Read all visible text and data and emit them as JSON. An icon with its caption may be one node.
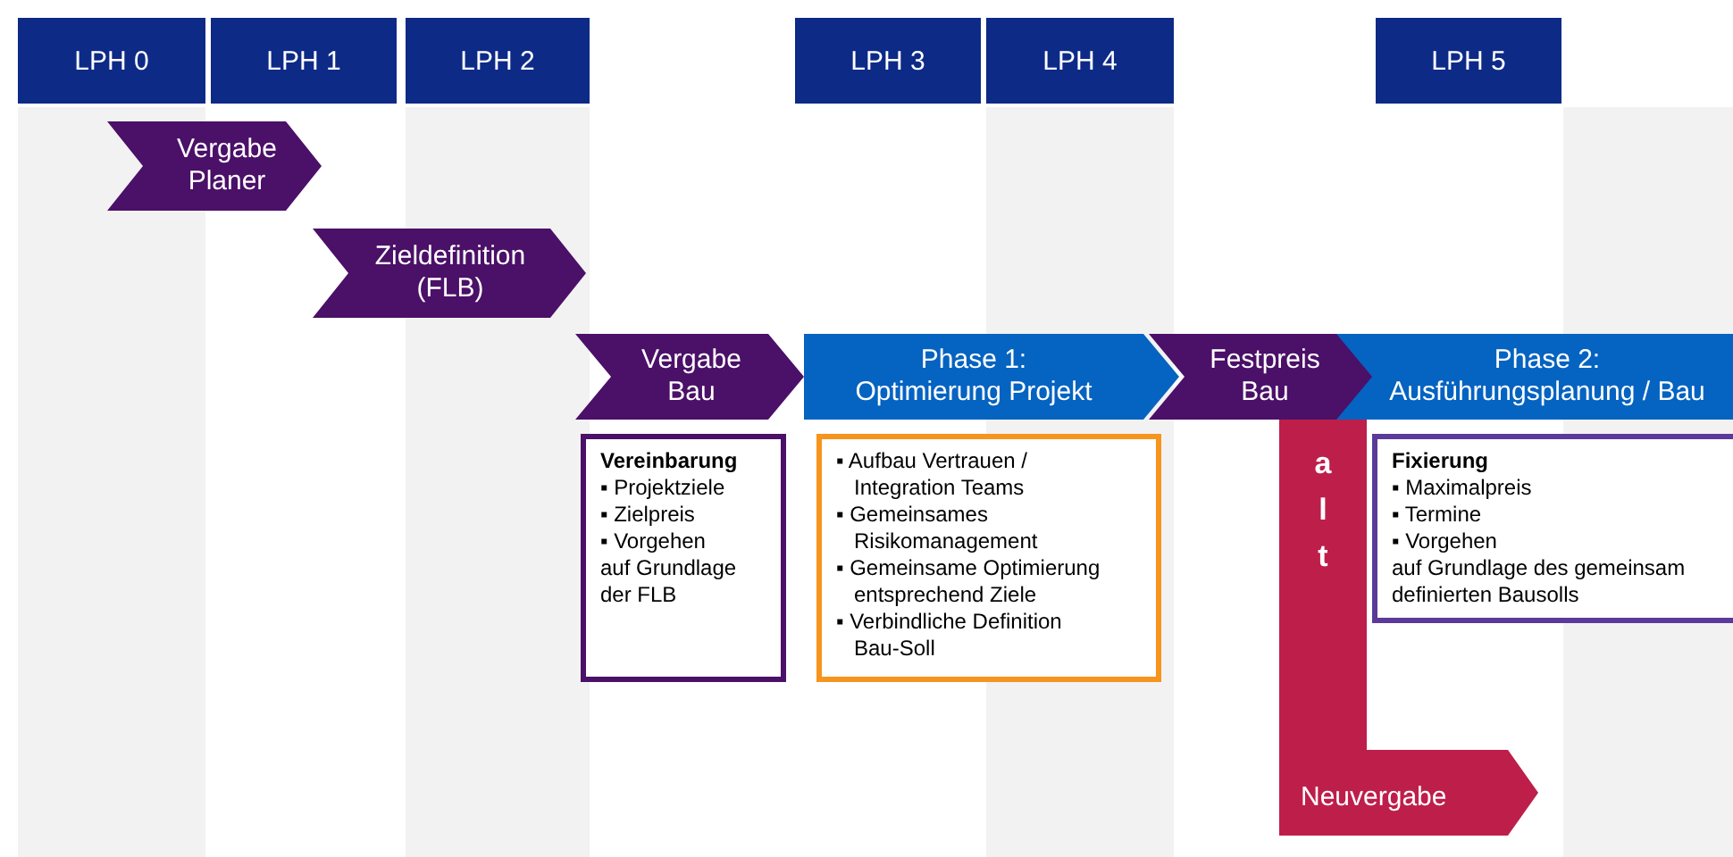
{
  "diagram": {
    "nodes": [
      {
        "text": [
          "LPH 0"
        ]
      },
      {
        "text": [
          "LPH 1"
        ]
      },
      {
        "text": [
          "LPH 2"
        ]
      },
      {
        "text": [
          "LPH 3"
        ]
      },
      {
        "text": [
          "LPH 4"
        ]
      },
      {
        "text": [
          "LPH 5"
        ]
      },
      {
        "text": [
          "Vergabe Planer"
        ]
      },
      {
        "text": [
          "Zieldefinition (FLB)"
        ]
      },
      {
        "text": [
          "Vergabe Bau"
        ]
      },
      {
        "text": [
          "Phase 1: Optimierung Projekt"
        ]
      },
      {
        "text": [
          "Festpreis Bau"
        ]
      },
      {
        "text": [
          "Phase 2: Ausführungsplanung / Bau"
        ]
      },
      {
        "text": [
          "Vereinbarung",
          "▪ Projektziele",
          "▪ Zielpreis",
          "▪ Vorgehen",
          "auf Grundlage der FLB"
        ]
      },
      {
        "text": [
          "▪ Aufbau Vertrauen / Integration Teams",
          "▪ Gemeinsames Risikomanagement",
          "▪ Gemeinsame Optimierung entsprechend Ziele",
          "▪ Verbindliche Definition Bau-Soll"
        ]
      },
      {
        "text": [
          "a l t",
          "Neuvergabe"
        ]
      },
      {
        "text": [
          "Fixierung",
          "▪ Maximalpreis",
          "▪ Termine",
          "▪ Vorgehen",
          "auf Grundlage des gemeinsam definierten Bausolls"
        ]
      }
    ]
  }
}
